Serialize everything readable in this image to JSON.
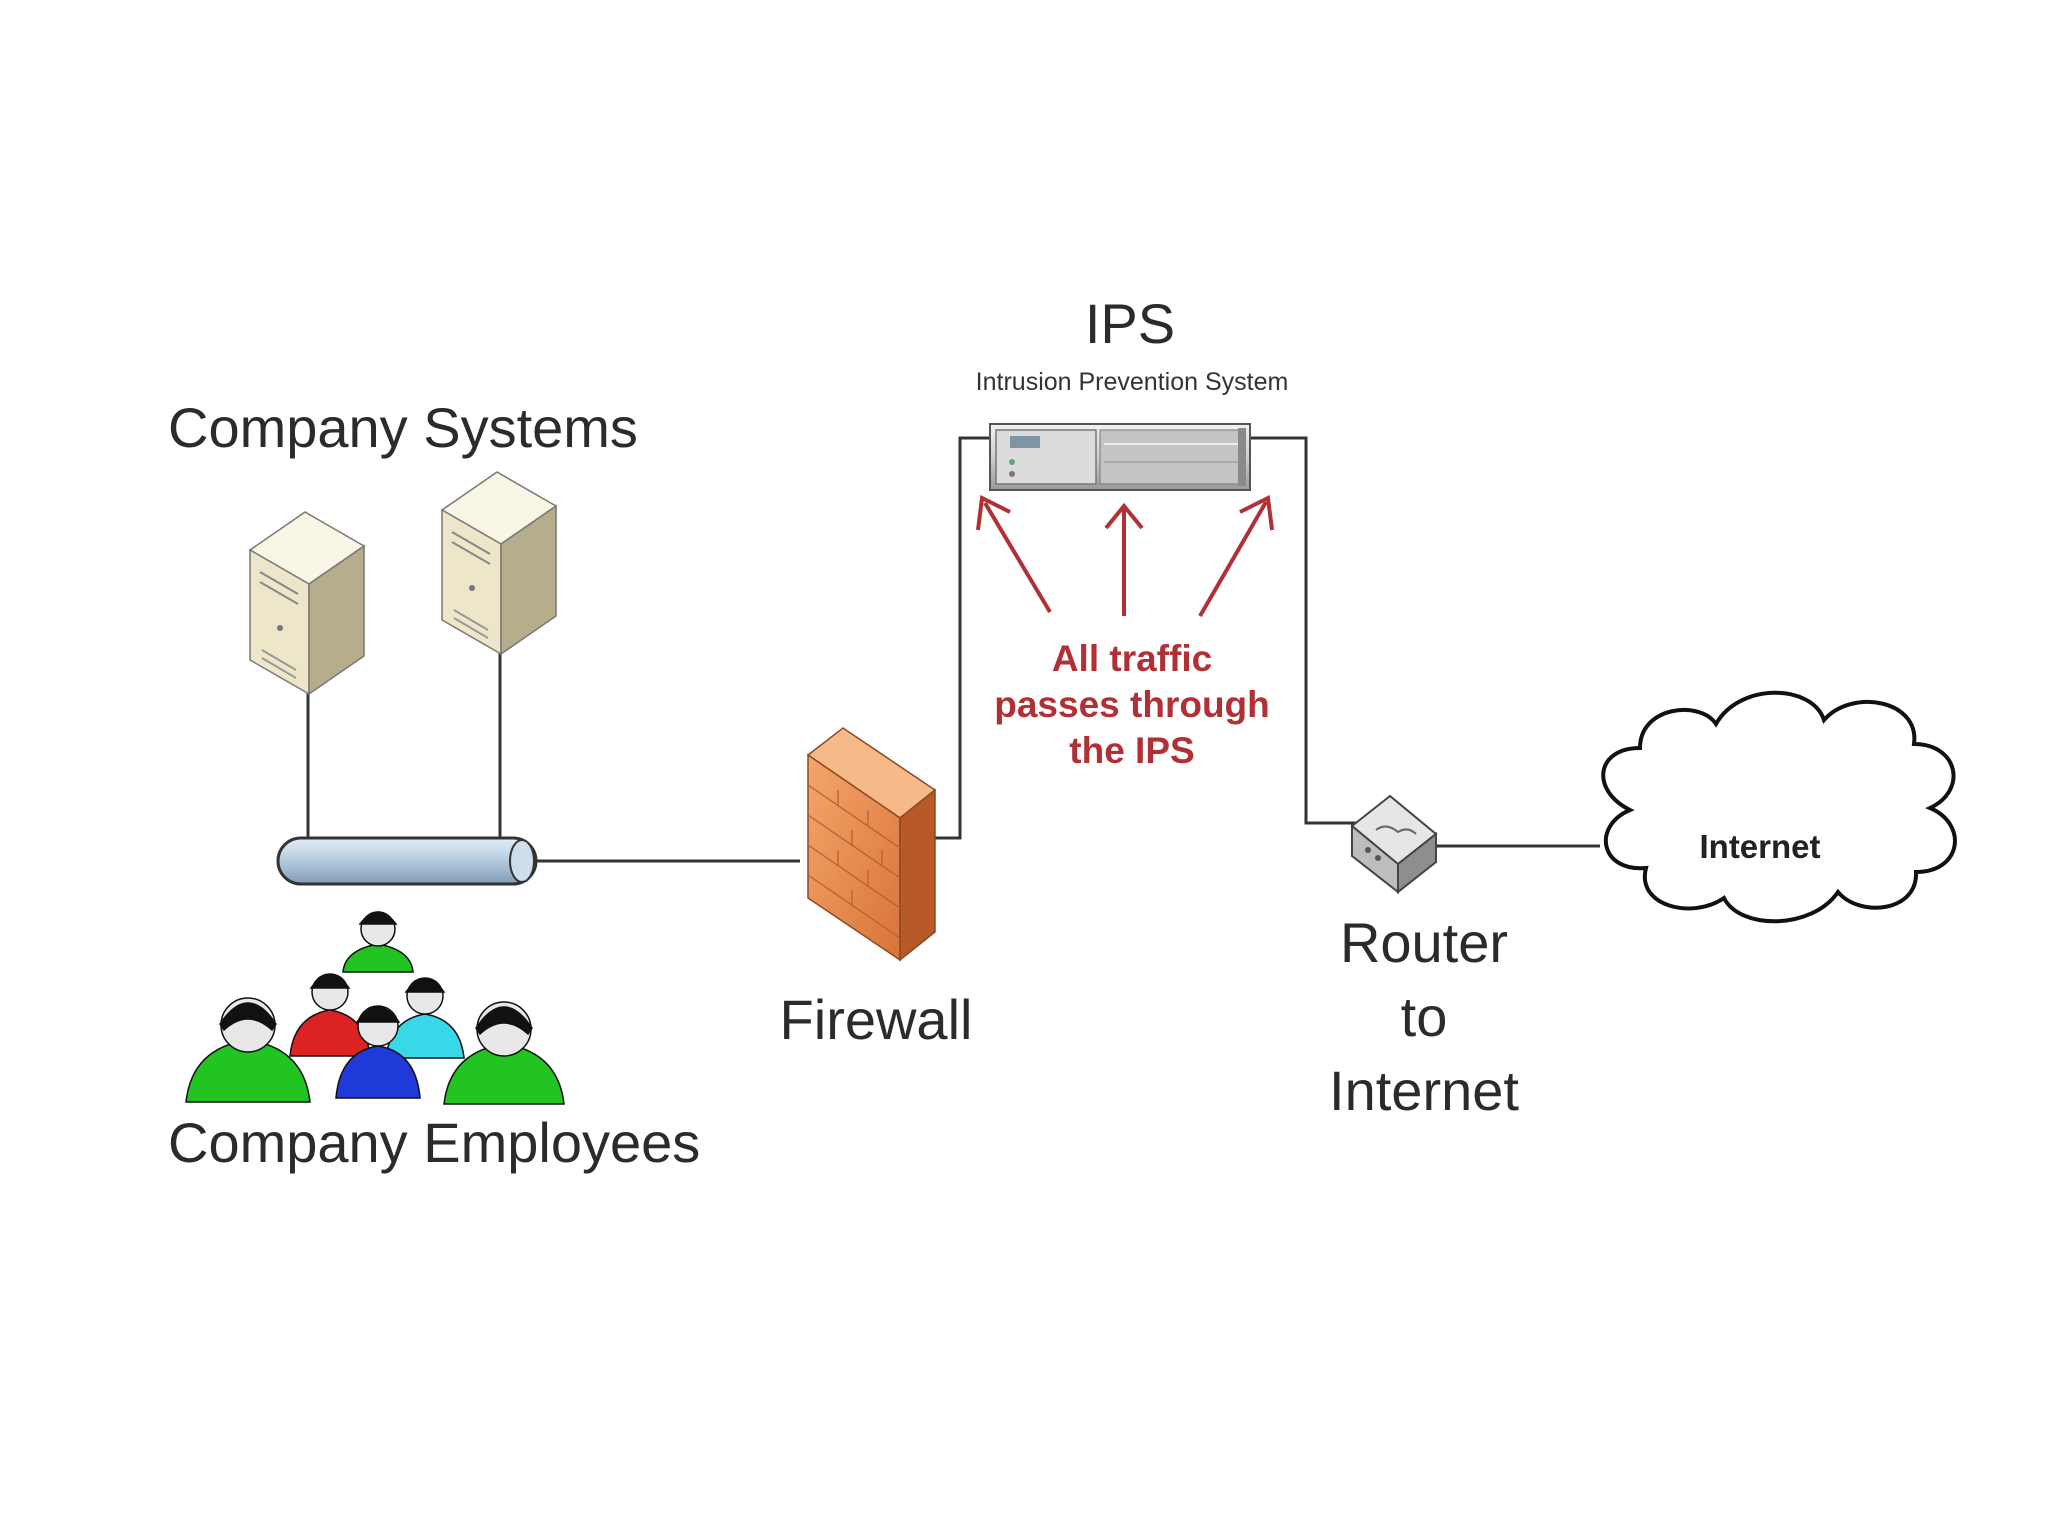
{
  "labels": {
    "company_systems": "Company Systems",
    "company_employees": "Company Employees",
    "firewall": "Firewall",
    "ips_title": "IPS",
    "ips_subtitle": "Intrusion Prevention System",
    "traffic_note_line1": "All traffic",
    "traffic_note_line2": "passes through",
    "traffic_note_line3": "the IPS",
    "router_line1": "Router",
    "router_line2": "to",
    "router_line3": "Internet",
    "cloud": "Internet"
  },
  "icons": [
    "server-icon",
    "network-bus-icon",
    "people-group-icon",
    "firewall-icon",
    "ips-appliance-icon",
    "router-icon",
    "cloud-icon",
    "arrow-icon"
  ],
  "colors": {
    "note_text": "#b03035",
    "arrow": "#b03035",
    "firewall": "#e8894a",
    "bus": "#b8cfe2",
    "person_green": "#22c422",
    "person_red": "#dd2222",
    "person_blue": "#1f3ad8",
    "person_cyan": "#38d8e8",
    "server": "#eee6c8"
  }
}
